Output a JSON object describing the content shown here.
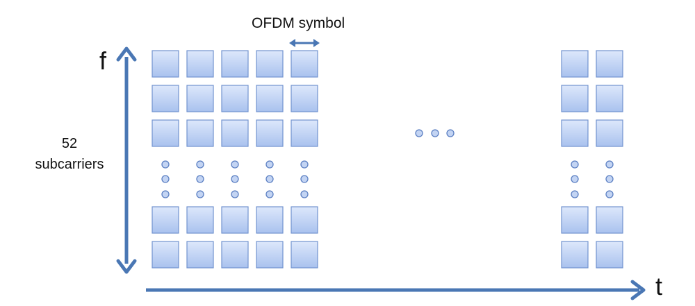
{
  "labels": {
    "ofdm_symbol": "OFDM symbol",
    "frequency_axis": "f",
    "time_axis": "t",
    "subcarrier_count": "52",
    "subcarrier_word": "subcarriers"
  },
  "colors": {
    "arrow": "#4a77b4",
    "block_fill_top": "#dde8fb",
    "block_fill_bottom": "#a9c2ee",
    "block_stroke": "#7193cf",
    "dot_fill": "#c3d4f3",
    "dot_stroke": "#5b7fc2"
  },
  "grid": {
    "left_group_columns": 5,
    "right_group_columns": 2,
    "upper_rows": 3,
    "lower_rows": 2,
    "vertical_ellipsis_dots": 3,
    "horizontal_ellipsis_dots": 3
  }
}
